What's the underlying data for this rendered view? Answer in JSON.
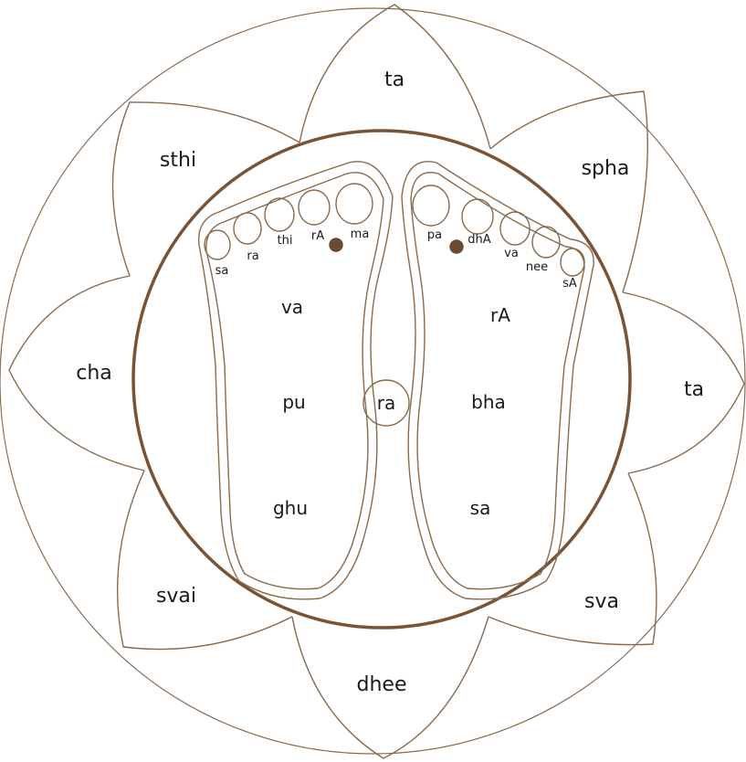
{
  "colors": {
    "stroke": "#8a6a4a",
    "ring": "#7a5335",
    "dot": "#6b4a33",
    "text": "#1a1a1a"
  },
  "petals": {
    "top": "ta",
    "top_left": "sthi",
    "top_right": "spha",
    "left": "cha",
    "right": "ta",
    "bottom_left": "svai",
    "bottom_right": "sva",
    "bottom": "dhee"
  },
  "center": "ra",
  "left_foot": {
    "toes": [
      "sa",
      "ra",
      "thi",
      "rA",
      "ma"
    ],
    "upper": "va",
    "middle": "pu",
    "heel": "ghu"
  },
  "right_foot": {
    "toes": [
      "pa",
      "dhA",
      "va",
      "nee",
      "sA"
    ],
    "upper": "rA",
    "middle": "bha",
    "heel": "sa"
  }
}
